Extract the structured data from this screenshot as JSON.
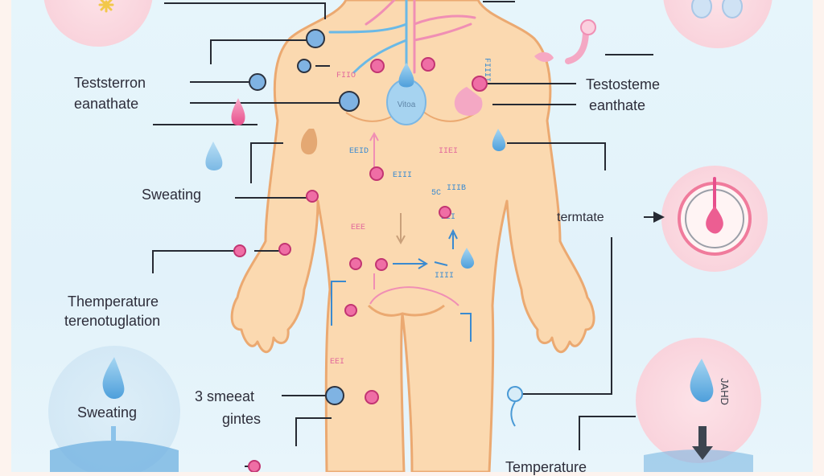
{
  "labels": {
    "left_hormone_line1": "Teststerron",
    "left_hormone_line2": "eanathate",
    "right_hormone_line1": "Testosteme",
    "right_hormone_line2": "eanthate",
    "left_sweating": "Sweating",
    "right_termrate": "termtate",
    "temperature_line1": "Themperature",
    "temperature_line2": "terenotuglation",
    "bottom_sweating": "Sweating",
    "sweat_glands_line1": "3 smeeat",
    "sweat_glands_line2": "gintes",
    "bottom_temperature": "Temperature",
    "thyroid_tag": "Vitoa",
    "side_code": "JAHD"
  },
  "body_tags": [
    "FIIO",
    "FIIII",
    "EEID",
    "IIEI",
    "EIII",
    "IIIB",
    "EEE",
    "EEI",
    "IIII",
    "EEI",
    "5C"
  ],
  "colors": {
    "skin": "#fbd9b0",
    "skin_outline": "#eba971",
    "blue_node": "#7fb3e3",
    "pink_node": "#ef6ea5",
    "leader_line": "#262a33",
    "blue_vessel": "#6ab9e6",
    "pink_vessel": "#f08fb4"
  },
  "icons": [
    "sun-icon",
    "kidney-icon",
    "gland-icon",
    "droplet-icon",
    "thermometer-icon",
    "arrow-right-icon",
    "arrow-down-icon",
    "water-surface-icon"
  ]
}
